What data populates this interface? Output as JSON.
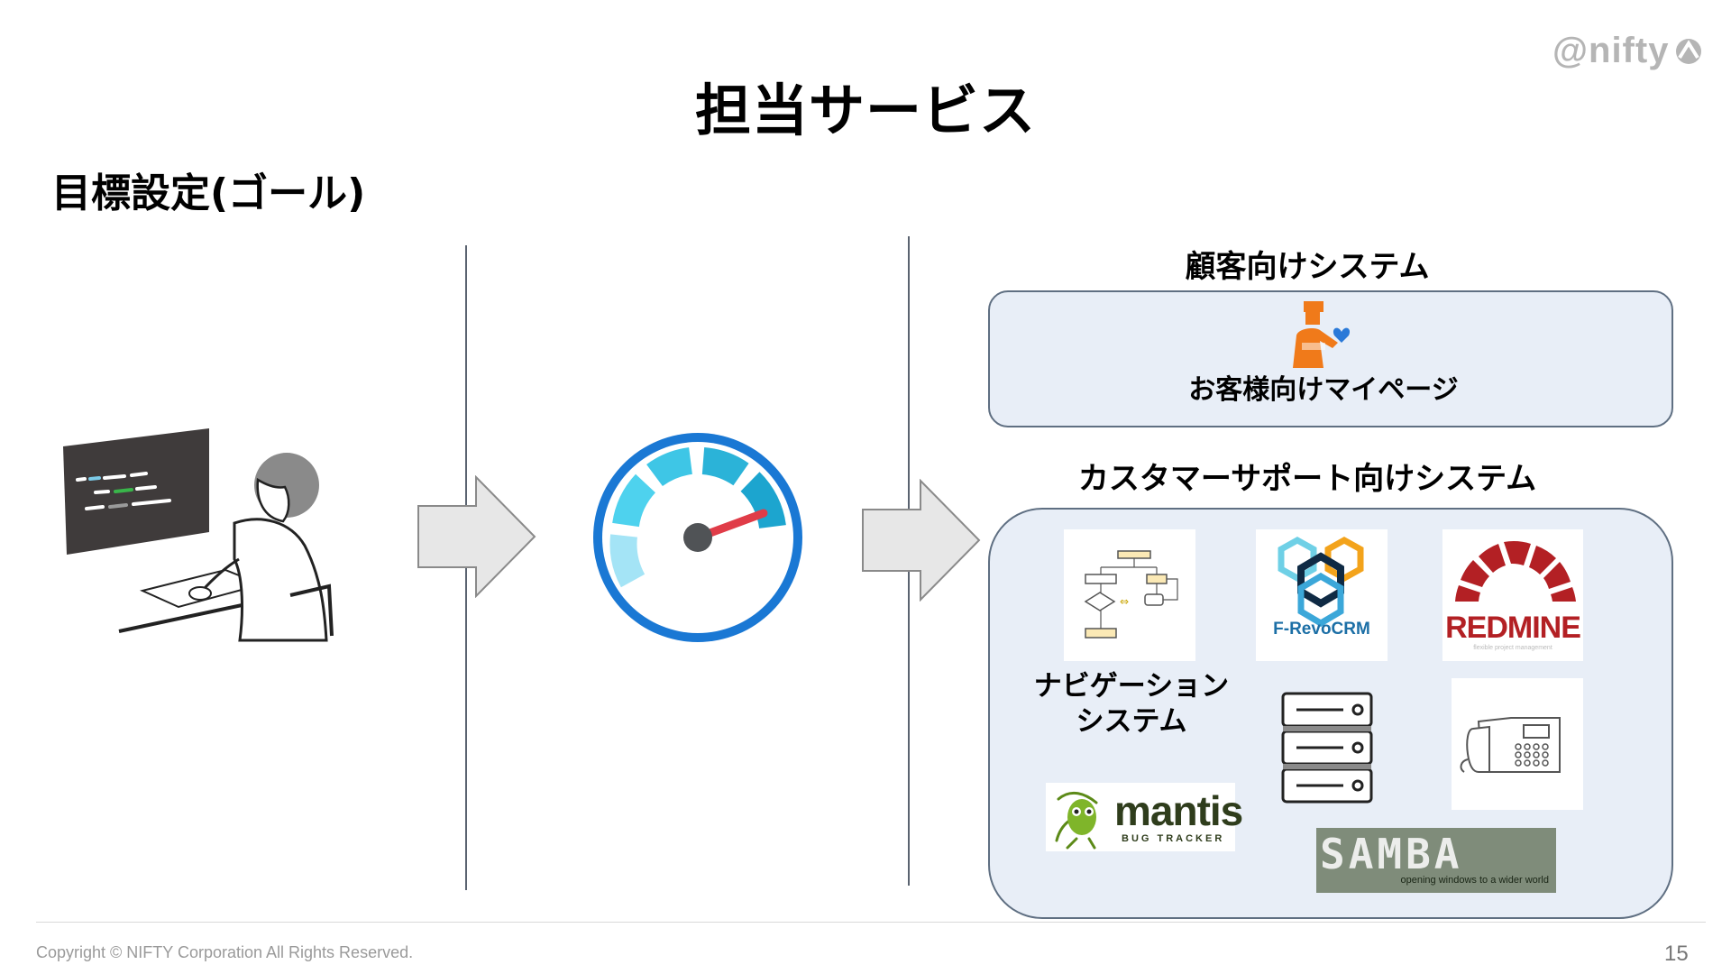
{
  "brand": {
    "logo_text": "@nifty"
  },
  "slide": {
    "title": "担当サービス",
    "subtitle": "目標設定(ゴール)",
    "page_number": "15"
  },
  "customer_system": {
    "heading": "顧客向けシステム",
    "mypage_label": "お客様向けマイページ"
  },
  "support_system": {
    "heading": "カスタマーサポート向けシステム",
    "navigation_label_line1": "ナビゲーション",
    "navigation_label_line2": "システム",
    "frevo_label": "F-RevoCRM",
    "redmine_label": "REDMINE",
    "redmine_tagline": "flexible project management",
    "mantis_label": "mantis",
    "mantis_sub": "BUG TRACKER",
    "samba_label": "SAMBA",
    "samba_tagline": "opening windows to a wider world"
  },
  "footer": {
    "copyright": "Copyright © NIFTY Corporation All Rights Reserved."
  },
  "colors": {
    "panel_fill": "#e8eef7",
    "panel_border": "#5f6f82",
    "gauge_blue": "#1a78d4",
    "gauge_cyan": "#3ec6e6",
    "needle_red": "#e03c48",
    "redmine_red": "#b32024",
    "samba_bg": "#7f8c7a",
    "mypage_orange": "#f07a1a"
  }
}
